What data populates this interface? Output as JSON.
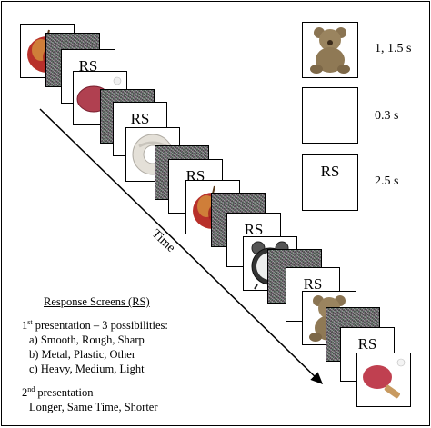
{
  "sequence": {
    "time_label": "Time",
    "rs_label": "RS"
  },
  "legend": {
    "picture_duration": "1, 1.5 s",
    "mask_duration": "0.3 s",
    "response_label": "RS",
    "response_duration": "2.5 s"
  },
  "response_screens": {
    "title": "Response Screens (RS)",
    "first_presentation_ordinal": "1",
    "first_presentation_suffix": "st",
    "first_presentation_text": " presentation – 3 possibilities:",
    "options": [
      "a) Smooth, Rough, Sharp",
      "b) Metal, Plastic, Other",
      "c) Heavy, Medium, Light"
    ],
    "second_presentation_ordinal": "2",
    "second_presentation_suffix": "nd",
    "second_presentation_text": " presentation",
    "second_options": "Longer, Same Time, Shorter"
  }
}
